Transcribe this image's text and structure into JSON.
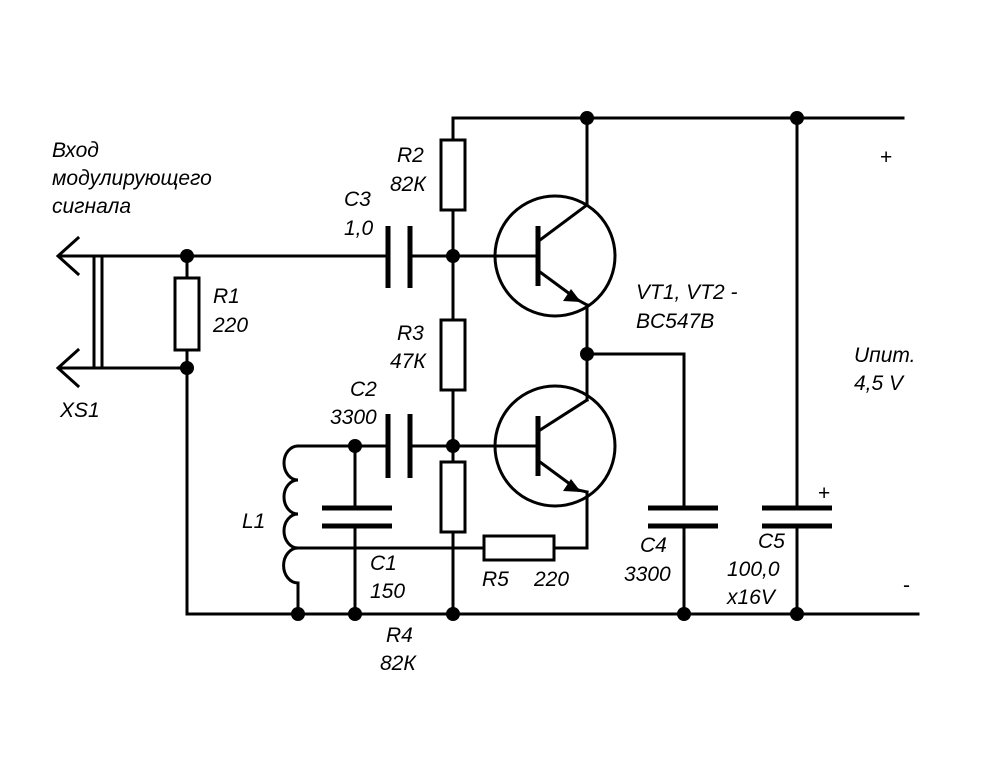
{
  "input_label": [
    "Вход",
    "модулирующего",
    "сигнала"
  ],
  "connector": "XS1",
  "r1": {
    "name": "R1",
    "value": "220"
  },
  "r2": {
    "name": "R2",
    "value": "82К"
  },
  "r3": {
    "name": "R3",
    "value": "47К"
  },
  "r4": {
    "name": "R4",
    "value": "82К"
  },
  "r5": {
    "name": "R5",
    "value": "220"
  },
  "c1": {
    "name": "C1",
    "value": "150"
  },
  "c2": {
    "name": "C2",
    "value": "3300"
  },
  "c3": {
    "name": "C3",
    "value": "1,0"
  },
  "c4": {
    "name": "C4",
    "value": "3300"
  },
  "c5": {
    "name": "C5",
    "value": "100,0",
    "rating": "x16V",
    "polarity": "+"
  },
  "l1": {
    "name": "L1"
  },
  "transistors": {
    "line1": "VT1, VT2 -",
    "line2": "BC547B"
  },
  "supply": {
    "label": "Uпит.",
    "voltage": "4,5 V",
    "plus": "+",
    "minus": "-"
  }
}
